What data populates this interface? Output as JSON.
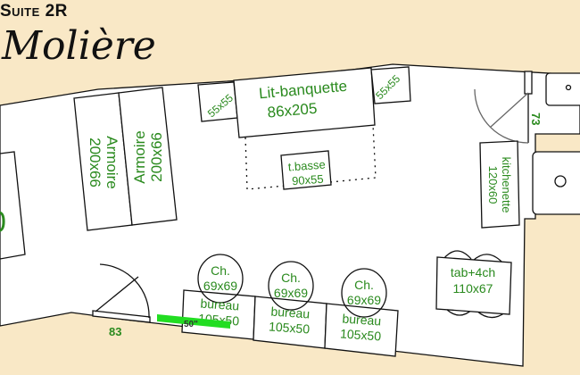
{
  "header": {
    "suite": "Suite 2R",
    "name": "Molière"
  },
  "colors": {
    "background": "#f9e8c6",
    "room": "#ffffff",
    "label": "#2a8a1e",
    "marker": "#22dd22"
  },
  "furniture": {
    "left_box": "0",
    "armoire1": {
      "name": "Armoire",
      "size": "200x66"
    },
    "armoire2": {
      "name": "Armoire",
      "size": "200x66"
    },
    "side_table_left": "55x55",
    "side_table_right": "55x55",
    "sofa_bed": {
      "name": "Lit-banquette",
      "size": "86x205"
    },
    "coffee_table": {
      "name": "t.basse",
      "size": "90x55"
    },
    "kitchenette": {
      "name": "kitchenette",
      "size": "120x60"
    },
    "door_width_right": "73",
    "table": {
      "name": "tab+4ch",
      "size": "110x67"
    },
    "chairs": [
      {
        "name": "Ch.",
        "size": "69x69"
      },
      {
        "name": "Ch.",
        "size": "69x69"
      },
      {
        "name": "Ch.",
        "size": "69x69"
      }
    ],
    "desks": [
      {
        "name": "bureau",
        "size": "105x50"
      },
      {
        "name": "bureau",
        "size": "105x50"
      },
      {
        "name": "bureau",
        "size": "105x50"
      }
    ],
    "door_width_left": "83",
    "marker_label": "50\""
  }
}
